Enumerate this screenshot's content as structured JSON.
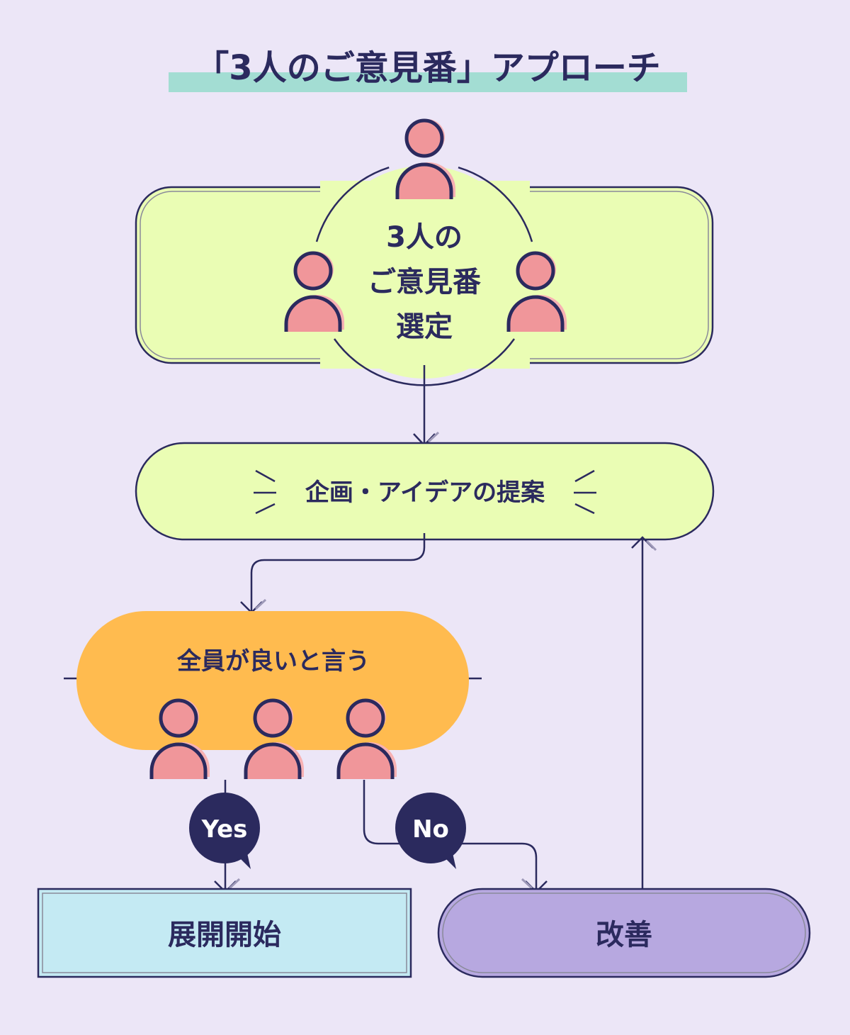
{
  "title": "「3人のご意見番」アプローチ",
  "steps": {
    "select": {
      "lines": [
        "3人の",
        "ご意見番",
        "選定"
      ]
    },
    "propose": {
      "label": "企画・アイデアの提案"
    },
    "decide": {
      "label": "全員が良いと言う"
    },
    "start": {
      "label": "展開開始"
    },
    "improve": {
      "label": "改善"
    }
  },
  "branches": {
    "yes": "Yes",
    "no": "No"
  },
  "icons": [
    "person-icon"
  ],
  "colors": {
    "background": "#ece6f7",
    "ink": "#2b2a5e",
    "lime": "#eafdb4",
    "orange": "#ffbb4f",
    "cyan": "#c4eaf3",
    "lavender": "#b7a8e0",
    "person": "#f0969a",
    "person_shadow": "#f7b1b3",
    "title_highlight": "#a3ddd3",
    "arrow_tip": "#9e99b8"
  }
}
